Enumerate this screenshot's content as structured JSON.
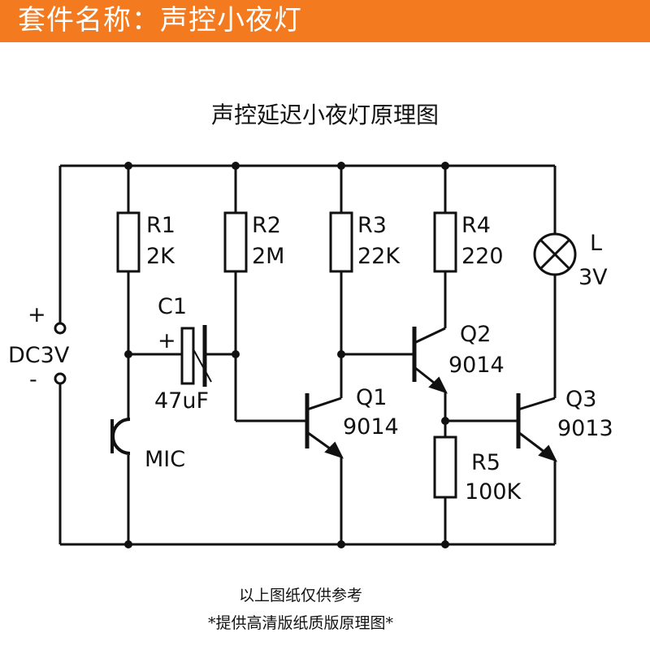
{
  "banner": {
    "title": "套件名称：声控小夜灯",
    "color": "#f47a20"
  },
  "diagram": {
    "title": "声控延迟小夜灯原理图",
    "power": {
      "plus": "+",
      "label": "DC3V",
      "minus": "-"
    },
    "components": {
      "r1": {
        "name": "R1",
        "value": "2K"
      },
      "r2": {
        "name": "R2",
        "value": "2M"
      },
      "r3": {
        "name": "R3",
        "value": "22K"
      },
      "r4": {
        "name": "R4",
        "value": "220"
      },
      "r5": {
        "name": "R5",
        "value": "100K"
      },
      "c1": {
        "name": "C1",
        "plus": "+",
        "value": "47uF"
      },
      "mic": {
        "name": "MIC"
      },
      "lamp": {
        "name": "L",
        "value": "3V"
      },
      "q1": {
        "name": "Q1",
        "value": "9014"
      },
      "q2": {
        "name": "Q2",
        "value": "9014"
      },
      "q3": {
        "name": "Q3",
        "value": "9013"
      }
    }
  },
  "footer": {
    "line1": "以上图纸仅供参考",
    "line2": "*提供高清版纸质版原理图*"
  }
}
